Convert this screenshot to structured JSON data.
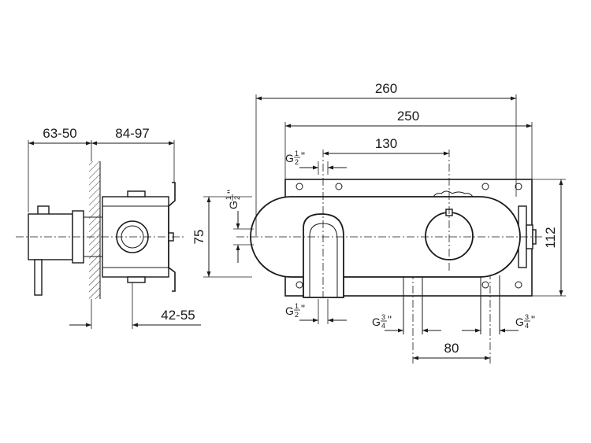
{
  "side_view": {
    "dim_depth_front": "63-50",
    "dim_depth_body": "84-97",
    "dim_depth_wall": "42-55"
  },
  "front_view": {
    "dim_total_width": "260",
    "dim_plate_width": "250",
    "dim_spout_to_valve": "130",
    "dim_height": "75",
    "dim_plate_height": "112",
    "dim_outlet_spacing": "80",
    "thread_half_top": {
      "prefix": "G",
      "num": "1",
      "den": "2",
      "suffix": "\""
    },
    "thread_half_side": {
      "prefix": "G",
      "num": "1",
      "den": "2",
      "suffix": "\""
    },
    "thread_half_bottom": {
      "prefix": "G",
      "num": "1",
      "den": "2",
      "suffix": "\""
    },
    "thread_three_quarter_left": {
      "prefix": "G",
      "num": "3",
      "den": "4",
      "suffix": "\""
    },
    "thread_three_quarter_right": {
      "prefix": "G",
      "num": "3",
      "den": "4",
      "suffix": "\""
    }
  }
}
